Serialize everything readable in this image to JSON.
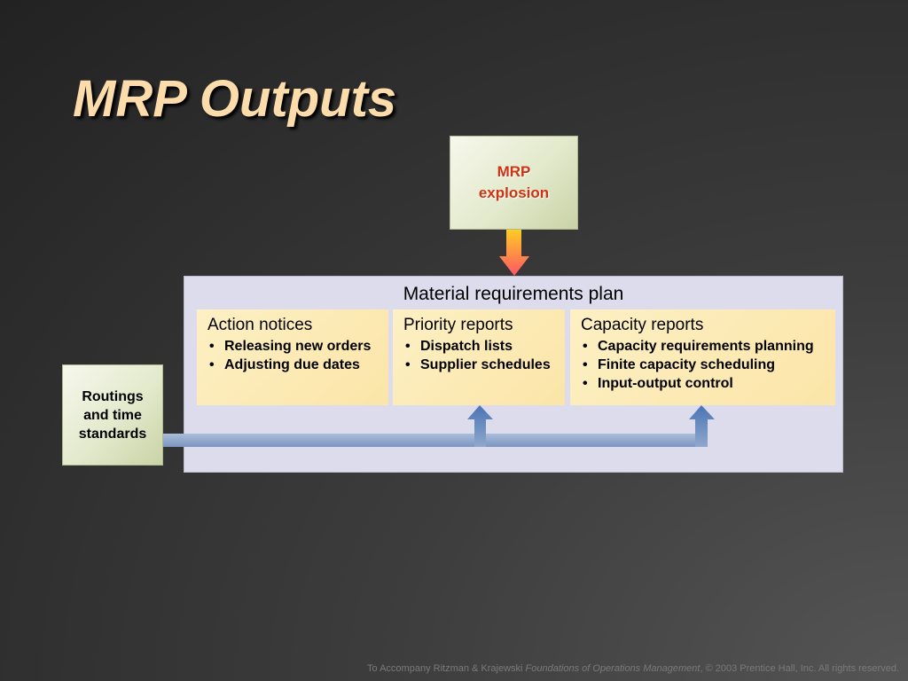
{
  "title": "MRP Outputs",
  "mrp_explosion": {
    "line1": "MRP",
    "line2": "explosion"
  },
  "routings": {
    "line1": "Routings",
    "line2": "and time",
    "line3": "standards"
  },
  "plan": {
    "title": "Material requirements plan",
    "cards": [
      {
        "heading": "Action notices",
        "items": [
          "Releasing new orders",
          "Adjusting due dates"
        ]
      },
      {
        "heading": "Priority reports",
        "items": [
          "Dispatch lists",
          "Supplier schedules"
        ]
      },
      {
        "heading": "Capacity reports",
        "items": [
          "Capacity requirements planning",
          "Finite capacity scheduling",
          "Input-output control"
        ]
      }
    ]
  },
  "footer": {
    "prefix": "To Accompany Ritzman & Krajewski ",
    "book": "Foundations of Operations Management",
    "suffix": ", © 2003 Prentice Hall, Inc. All rights reserved."
  },
  "colors": {
    "title": "#fbdcaa",
    "mrp_text": "#cc3311",
    "plan_bg": "#dcdced",
    "card_bg": "#fbe5a8",
    "connector": "#8fa8cc"
  }
}
